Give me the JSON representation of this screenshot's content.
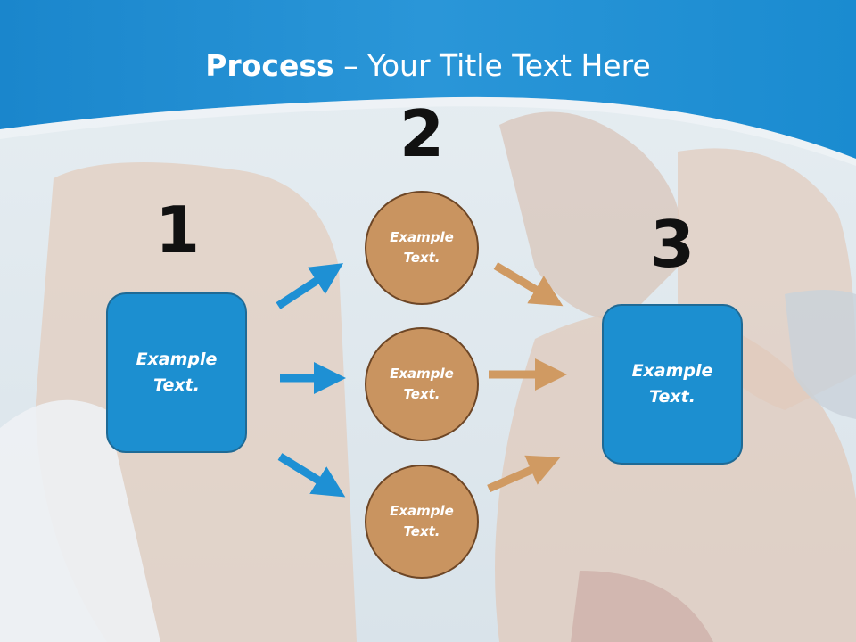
{
  "title": {
    "bold": "Process",
    "rest": " – Your Title Text Here"
  },
  "numbers": {
    "one": "1",
    "two": "2",
    "three": "3"
  },
  "left_box": {
    "text": "Example Text."
  },
  "right_box": {
    "text": "Example Text."
  },
  "circles": [
    {
      "text": "Example Text."
    },
    {
      "text": "Example Text."
    },
    {
      "text": "Example Text."
    }
  ],
  "colors": {
    "header_blue": "#1e8fd2",
    "box_blue": "#1c8fd0",
    "circle_tan": "#c99460",
    "arrow_blue": "#1e90d4",
    "arrow_tan": "#d09a62"
  }
}
